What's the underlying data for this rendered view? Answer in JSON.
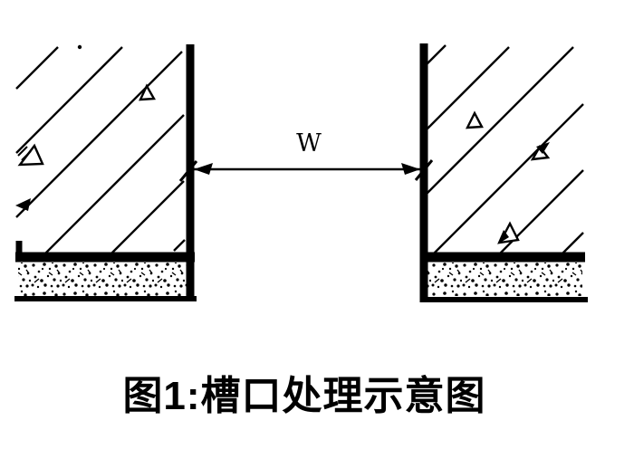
{
  "diagram": {
    "dimension_label": "W",
    "caption": "图1:槽口处理示意图"
  },
  "colors": {
    "ink": "#000000",
    "paper": "#ffffff"
  },
  "symbols": {
    "hatch_marker": "open-triangle",
    "dimension_arrow": "filled-arrow"
  }
}
